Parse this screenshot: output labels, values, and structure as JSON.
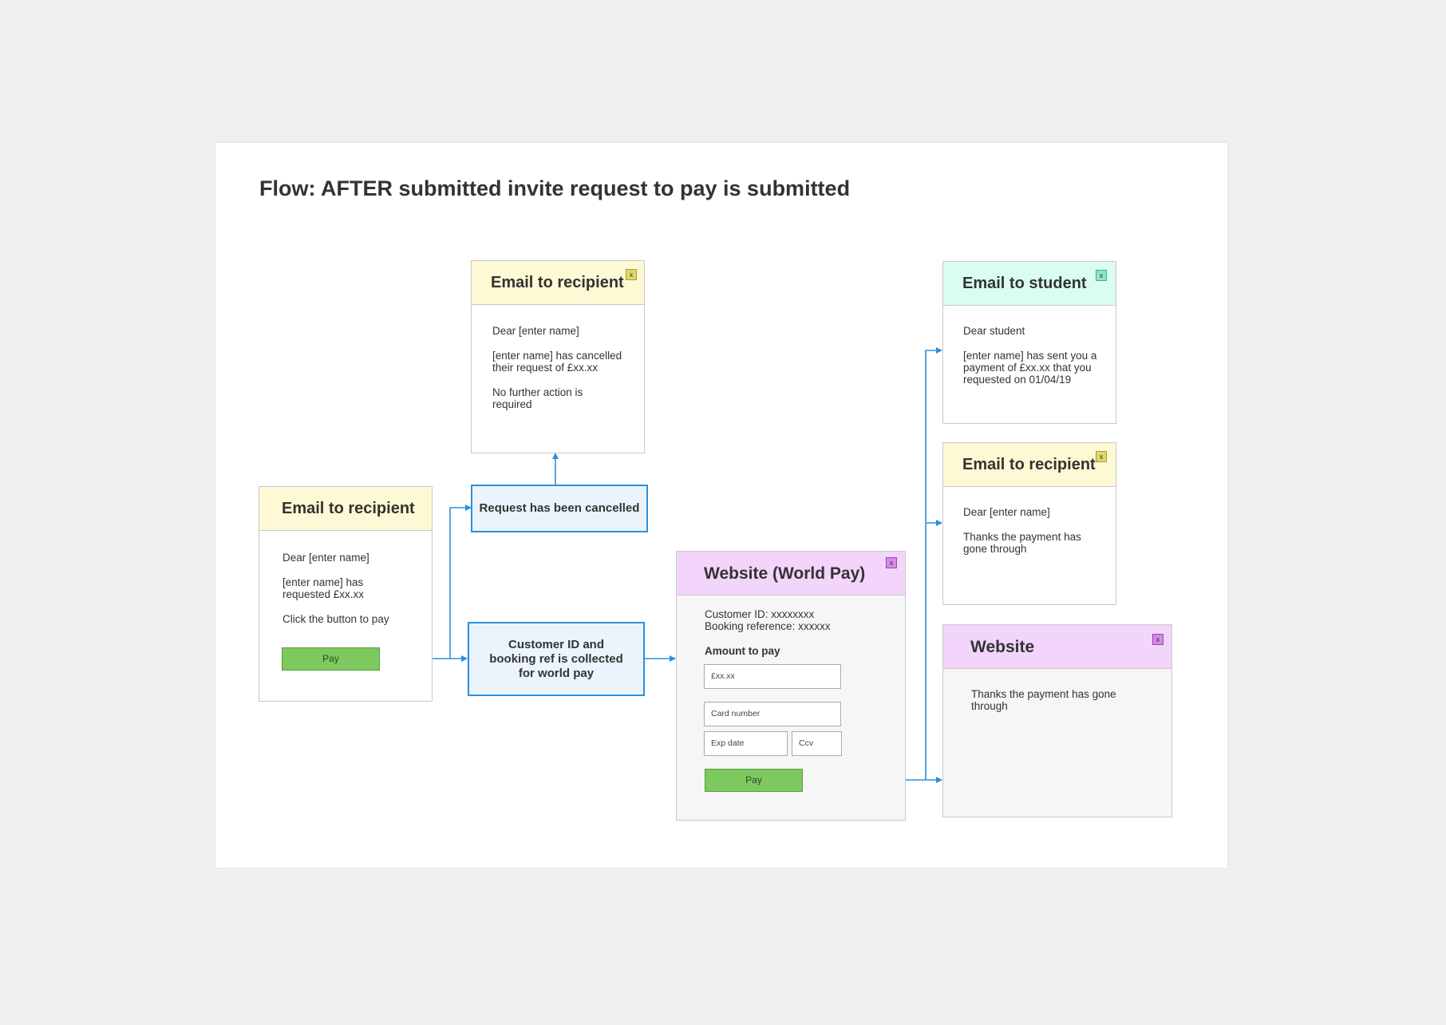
{
  "title": "Flow: AFTER submitted invite request to pay is submitted",
  "cards": {
    "left_email": {
      "header": "Email to recipient",
      "lines": [
        "Dear [enter name]",
        "[enter name] has\nrequested £xx.xx",
        "Click the button to pay"
      ],
      "button": "Pay"
    },
    "cancel_email": {
      "header": "Email to recipient",
      "close": "x",
      "lines": [
        "Dear [enter name]",
        "[enter name] has cancelled\ntheir request of £xx.xx",
        "No further action is\nrequired"
      ]
    },
    "student_email": {
      "header": "Email to student",
      "close": "x",
      "lines": [
        "Dear student",
        "[enter name] has sent you a\npayment of £xx.xx that you\nrequested on 01/04/19"
      ]
    },
    "recipient_email": {
      "header": "Email to recipient",
      "close": "x",
      "lines": [
        "Dear [enter name]",
        "Thanks the payment has\ngone through"
      ]
    },
    "worldpay": {
      "header": "Website (World Pay)",
      "close": "x",
      "info": "Customer ID: xxxxxxxx\nBooking reference: xxxxxx",
      "amount_label": "Amount to pay",
      "amount_value": "£xx.xx",
      "card_number": "Card number",
      "exp_date": "Exp date",
      "ccv": "Ccv",
      "button": "Pay"
    },
    "website": {
      "header": "Website",
      "close": "x",
      "lines": [
        "Thanks the payment has gone\nthrough"
      ]
    }
  },
  "flow_boxes": {
    "cancelled": "Request has been cancelled",
    "collected": "Customer ID and\nbooking ref is collected\nfor world pay"
  },
  "colors": {
    "arrow": "#2b8fde",
    "yellow_header": "#fdf9d4",
    "mint_header": "#d9fdf0",
    "purple_header": "#f3d4fb",
    "button_green": "#7ec860"
  }
}
